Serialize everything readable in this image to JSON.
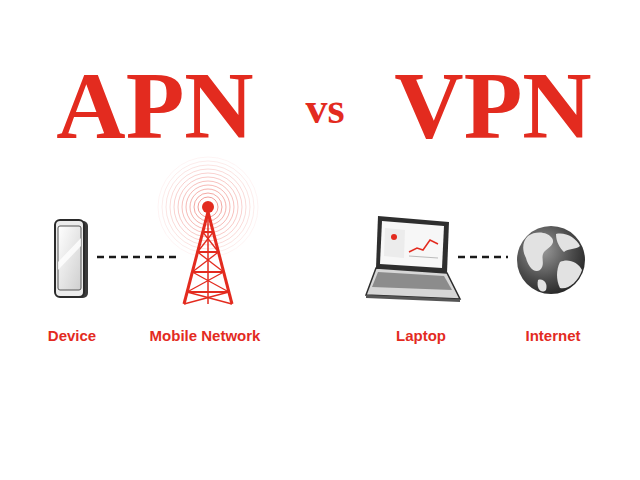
{
  "diagram": {
    "nodes": [
      {
        "text": [
          "Device"
        ]
      },
      {
        "text": [
          "Mobile Network"
        ]
      },
      {
        "text": [
          "Laptop"
        ]
      },
      {
        "text": [
          "Internet"
        ]
      }
    ],
    "edges": [
      {
        "from": 0,
        "to": 1,
        "arrow": "none"
      },
      {
        "from": 2,
        "to": 3,
        "arrow": "none"
      }
    ],
    "labels": [
      "APN",
      "vs",
      "VPN"
    ]
  }
}
